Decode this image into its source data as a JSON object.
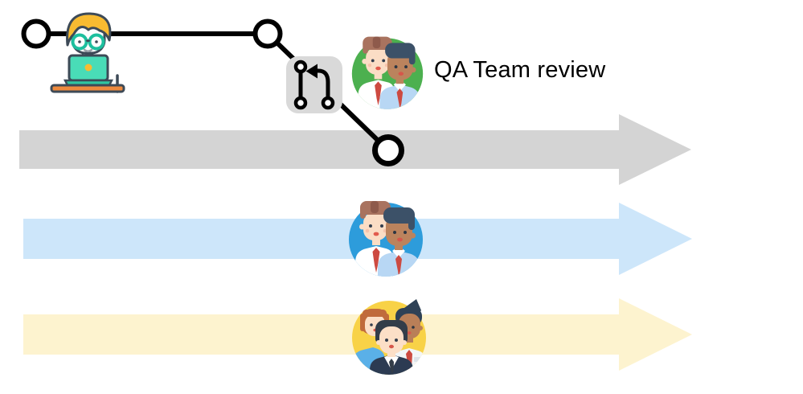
{
  "labels": {
    "qa_review": "QA Team review"
  },
  "colors": {
    "line": "#000000",
    "node_fill": "#ffffff",
    "git_box_bg": "#d9d9d9",
    "git_icon": "#000000",
    "lane_gray": "#d4d4d4",
    "lane_blue": "#cde6fa",
    "lane_yellow": "#fdf3cf",
    "avatar_green": "#4cb04f",
    "avatar_blue": "#2d9cdb",
    "avatar_yellow": "#f8d247",
    "label_color": "#000000"
  },
  "icons": {
    "developer": "developer-at-laptop-icon",
    "git_box": "git-pull-request-icon",
    "commit_nodes": "commit-node-icon",
    "qa_avatar": "two-person-qa-team-avatar",
    "dev_team_avatar": "two-person-team-avatar",
    "stakeholder_avatar": "three-person-team-avatar",
    "lanes": "pipeline-arrow"
  }
}
